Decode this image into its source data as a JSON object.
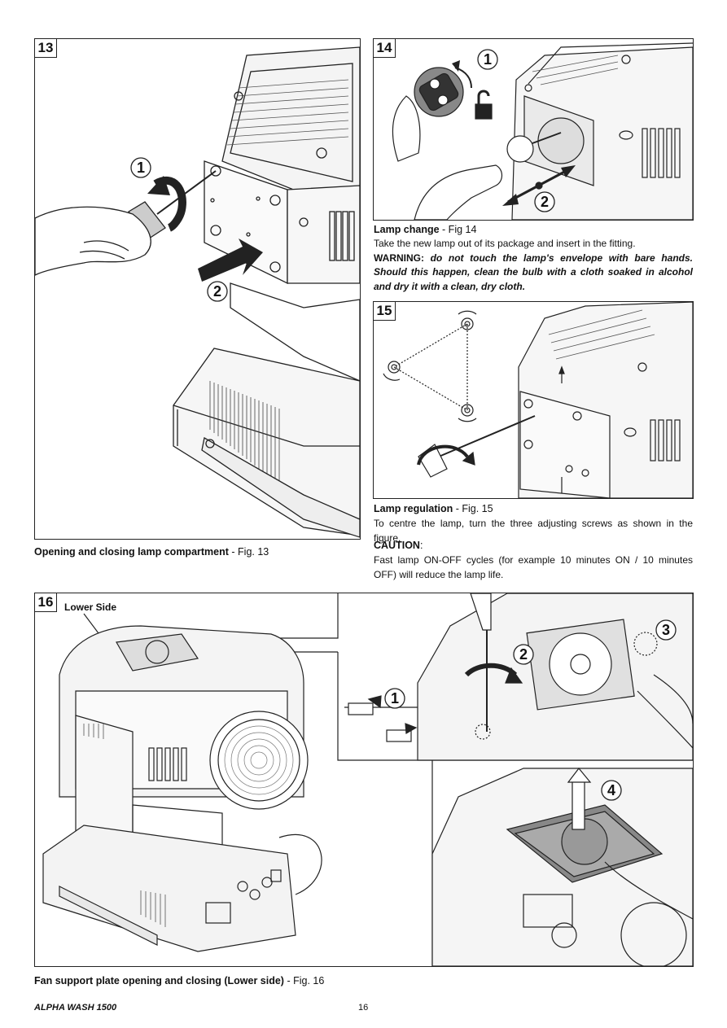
{
  "figures": {
    "fig13": {
      "number": "13",
      "callouts": [
        "1",
        "2"
      ]
    },
    "fig14": {
      "number": "14",
      "callouts": [
        "1",
        "2"
      ]
    },
    "fig15": {
      "number": "15"
    },
    "fig16": {
      "number": "16",
      "label": "Lower Side",
      "callouts": [
        "1",
        "2",
        "3",
        "4"
      ]
    }
  },
  "captions": {
    "fig13_bold": "Opening and closing lamp compartment",
    "fig13_rest": " - Fig. 13",
    "fig14_bold": "Lamp change",
    "fig14_rest": " - Fig 14",
    "fig14_text": "Take the new lamp out of its package and insert in the fitting.",
    "fig14_warning_label": "WARNING:",
    "fig14_warning_text": " do not touch the lamp's envelope with bare hands. Should this happen, clean the bulb with a cloth soaked in alcohol and dry it with a clean, dry cloth.",
    "fig15_bold": "Lamp regulation",
    "fig15_rest": " - Fig. 15",
    "fig15_text": "To centre the lamp, turn the three adjusting screws as shown in the figure.",
    "caution_label": "CAUTION",
    "caution_colon": ":",
    "caution_text": "Fast lamp ON-OFF cycles (for example 10 minutes ON / 10 minutes OFF) will reduce the lamp life.",
    "fig16_bold": "Fan support plate opening and closing (Lower side)",
    "fig16_rest": " - Fig. 16"
  },
  "footer": {
    "title": "ALPHA WASH 1500",
    "page": "16"
  }
}
